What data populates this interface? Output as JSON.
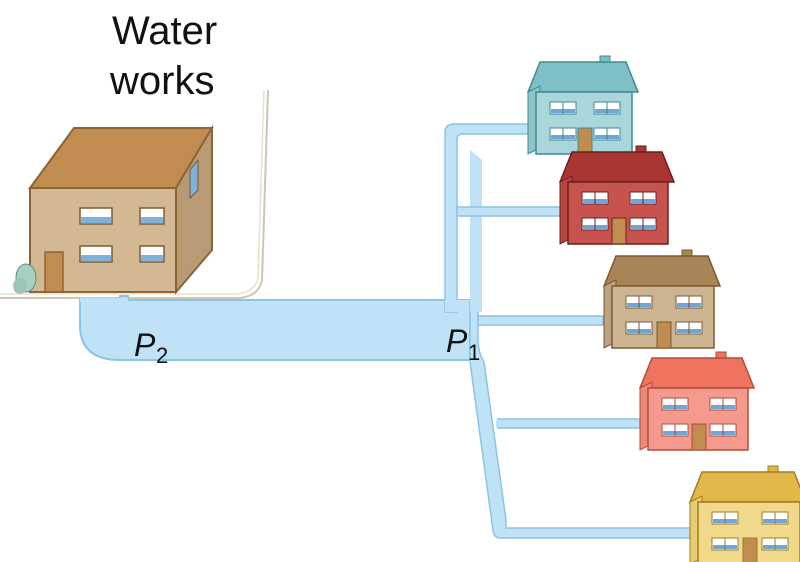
{
  "title_line1": "Water",
  "title_line2": "works",
  "pressure_labels": [
    {
      "symbol": "P",
      "subscript": "2"
    },
    {
      "symbol": "P",
      "subscript": "1"
    }
  ],
  "colors": {
    "pipe_fill": "#bfe2f7",
    "pipe_stroke": "#8cc4e6",
    "waterworks_wall": "#d2b994",
    "waterworks_roof": "#c08c4f",
    "house_teal": "#a9d6da",
    "house_red": "#c7534f",
    "house_tan": "#cdb591",
    "house_salmon": "#f39a8c",
    "house_yellow": "#f1d98c"
  },
  "houses": [
    {
      "color_name": "teal"
    },
    {
      "color_name": "dark-red"
    },
    {
      "color_name": "tan"
    },
    {
      "color_name": "salmon"
    },
    {
      "color_name": "yellow"
    }
  ]
}
